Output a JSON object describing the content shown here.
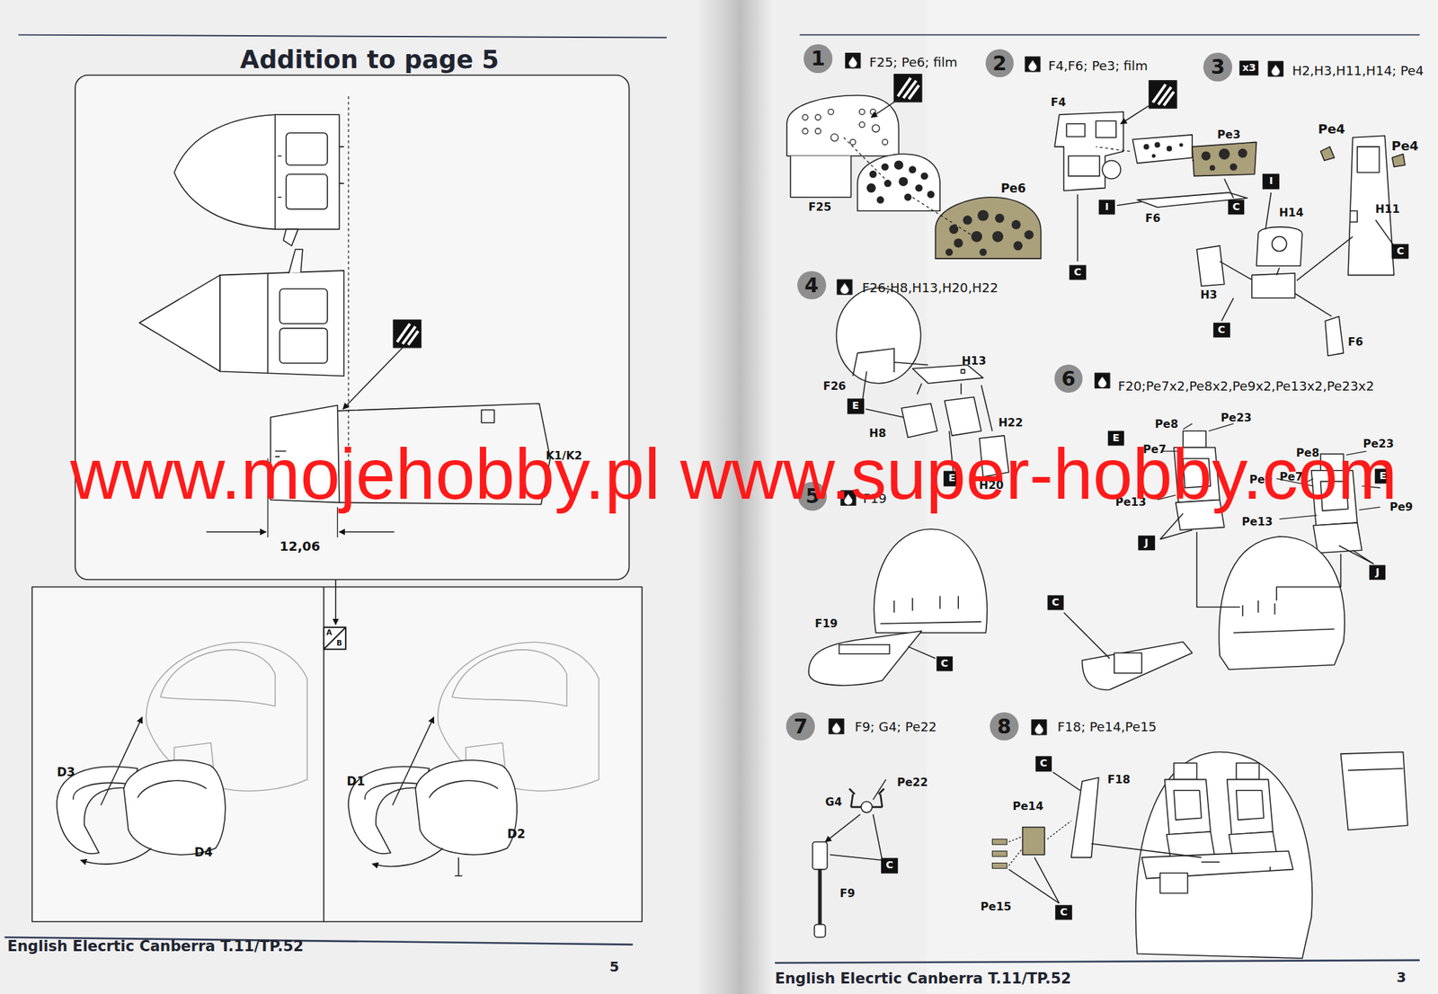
{
  "diagram": {
    "title": "Addition to page 5",
    "nodes": [
      {
        "text": [
          "1"
        ]
      },
      {
        "text": [
          "2"
        ]
      },
      {
        "text": [
          "3"
        ]
      },
      {
        "text": [
          "4"
        ]
      },
      {
        "text": [
          "6"
        ]
      },
      {
        "text": [
          "5"
        ]
      },
      {
        "text": [
          "7"
        ]
      },
      {
        "text": [
          "8"
        ]
      }
    ],
    "labels": [
      "K1/K2",
      "12,06",
      "A",
      "B",
      "D3",
      "D4",
      "D1",
      "D2",
      "English Elecrtic Canberra T.11/TP.52",
      "5",
      "F25; Pe6; film",
      "F25",
      "Pe6",
      "F4,F6; Pe3; film",
      "F4",
      "Pe3",
      "I",
      "F6",
      "C",
      "C",
      "x3",
      "H2,H3,H11,H14; Pe4",
      "Pe4",
      "Pe4",
      "I",
      "H14",
      "H11",
      "C",
      "H3",
      "C",
      "F6",
      "F26;H8,H13,H20,H22",
      "H13",
      "F26",
      "E",
      "H8",
      "H22",
      "E",
      "H20",
      "F20;Pe7x2,Pe8x2,Pe9x2,Pe13x2,Pe23x2",
      "Pe8",
      "Pe23",
      "E",
      "Pe7",
      "Pe13",
      "J",
      "Pe8",
      "Pe23",
      "Pe7",
      "E",
      "Pe9",
      "Pe9",
      "Pe13",
      "J",
      "F19",
      "F19",
      "C",
      "C",
      "F9; G4; Pe22",
      "Pe22",
      "G4",
      "C",
      "F9",
      "F18; Pe14,Pe15",
      "C",
      "F18",
      "Pe14",
      "Pe15",
      "C",
      "English Elecrtic Canberra T.11/TP.52",
      "3",
      "www.mojehobby.pl www.super-hobby.com"
    ]
  }
}
